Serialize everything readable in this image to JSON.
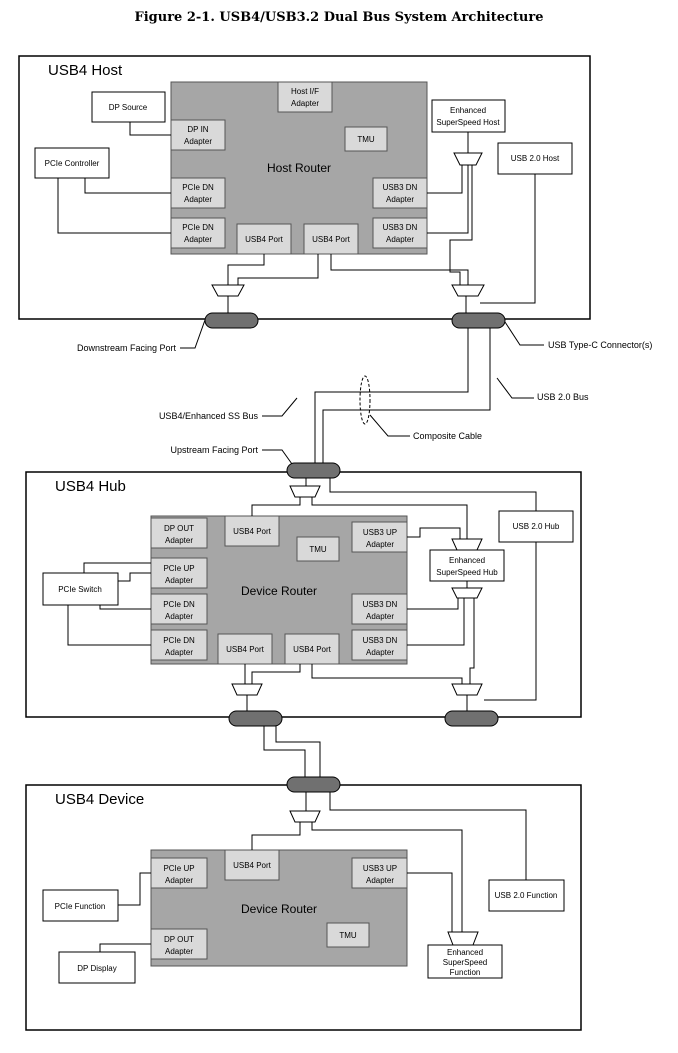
{
  "title": "Figure 2-1.  USB4/USB3.2 Dual Bus System Architecture",
  "host": {
    "section": "USB4 Host",
    "router": "Host Router",
    "hostif": [
      "Host I/F",
      "Adapter"
    ],
    "dp_in": [
      "DP IN",
      "Adapter"
    ],
    "tmu": "TMU",
    "pcie_dn1": [
      "PCIe DN",
      "Adapter"
    ],
    "pcie_dn2": [
      "PCIe DN",
      "Adapter"
    ],
    "usb4_port1": "USB4 Port",
    "usb4_port2": "USB4 Port",
    "usb3_dn1": [
      "USB3 DN",
      "Adapter"
    ],
    "usb3_dn2": [
      "USB3 DN",
      "Adapter"
    ],
    "dp_source": "DP Source",
    "pcie_controller": "PCIe Controller",
    "ess_host": [
      "Enhanced",
      "SuperSpeed Host"
    ],
    "usb2_host": "USB 2.0 Host"
  },
  "labels": {
    "dfp": "Downstream Facing Port",
    "typec": "USB Type-C Connector(s)",
    "usb2bus": "USB 2.0 Bus",
    "ssbus": "USB4/Enhanced SS Bus",
    "composite": "Composite Cable",
    "ufp": "Upstream Facing Port"
  },
  "hub": {
    "section": "USB4 Hub",
    "router": "Device Router",
    "dp_out": [
      "DP OUT",
      "Adapter"
    ],
    "usb4_port_top": "USB4 Port",
    "tmu": "TMU",
    "usb3_up": [
      "USB3 UP",
      "Adapter"
    ],
    "pcie_up": [
      "PCIe UP",
      "Adapter"
    ],
    "pcie_dn1": [
      "PCIe DN",
      "Adapter"
    ],
    "pcie_dn2": [
      "PCIe DN",
      "Adapter"
    ],
    "usb3_dn1": [
      "USB3 DN",
      "Adapter"
    ],
    "usb3_dn2": [
      "USB3 DN",
      "Adapter"
    ],
    "usb4_port1": "USB4 Port",
    "usb4_port2": "USB4 Port",
    "pcie_switch": "PCIe Switch",
    "ess_hub": [
      "Enhanced",
      "SuperSpeed Hub"
    ],
    "usb2_hub": "USB 2.0 Hub"
  },
  "device": {
    "section": "USB4 Device",
    "router": "Device Router",
    "pcie_up": [
      "PCIe UP",
      "Adapter"
    ],
    "usb4_port": "USB4 Port",
    "usb3_up": [
      "USB3 UP",
      "Adapter"
    ],
    "dp_out": [
      "DP OUT",
      "Adapter"
    ],
    "tmu": "TMU",
    "pcie_function": "PCIe Function",
    "dp_display": "DP Display",
    "ess_function": [
      "Enhanced",
      "SuperSpeed",
      "Function"
    ],
    "usb2_function": "USB 2.0 Function"
  }
}
